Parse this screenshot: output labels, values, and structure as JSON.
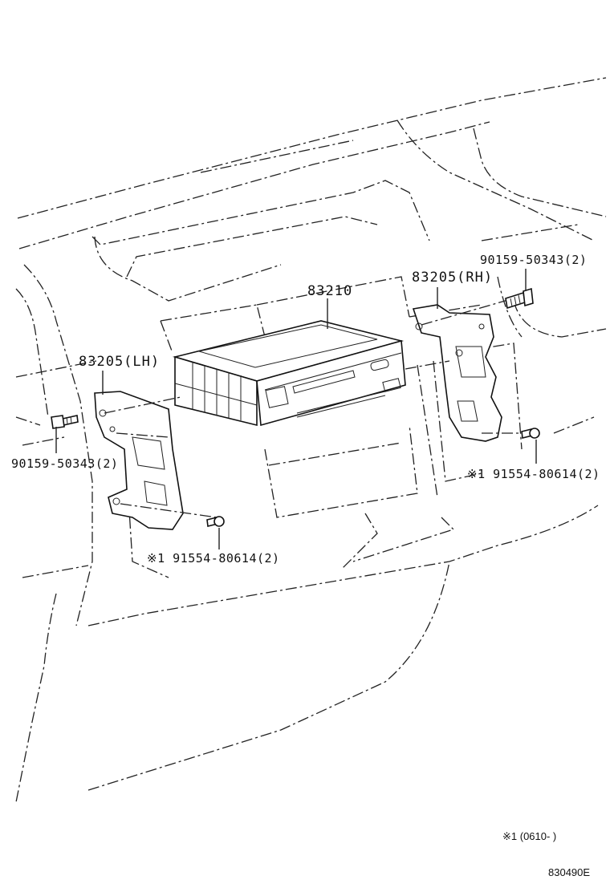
{
  "labels": {
    "unit": "83210",
    "bracket_rh": "83205(RH)",
    "bracket_lh": "83205(LH)",
    "bolt_rh": "90159-50343(2)",
    "bolt_lh": "90159-50343(2)",
    "screw_rh": "※1 91554-80614(2)",
    "screw_lh": "※1 91554-80614(2)"
  },
  "footnote": "※1 (0610-      )",
  "diagram_code": "830490E"
}
